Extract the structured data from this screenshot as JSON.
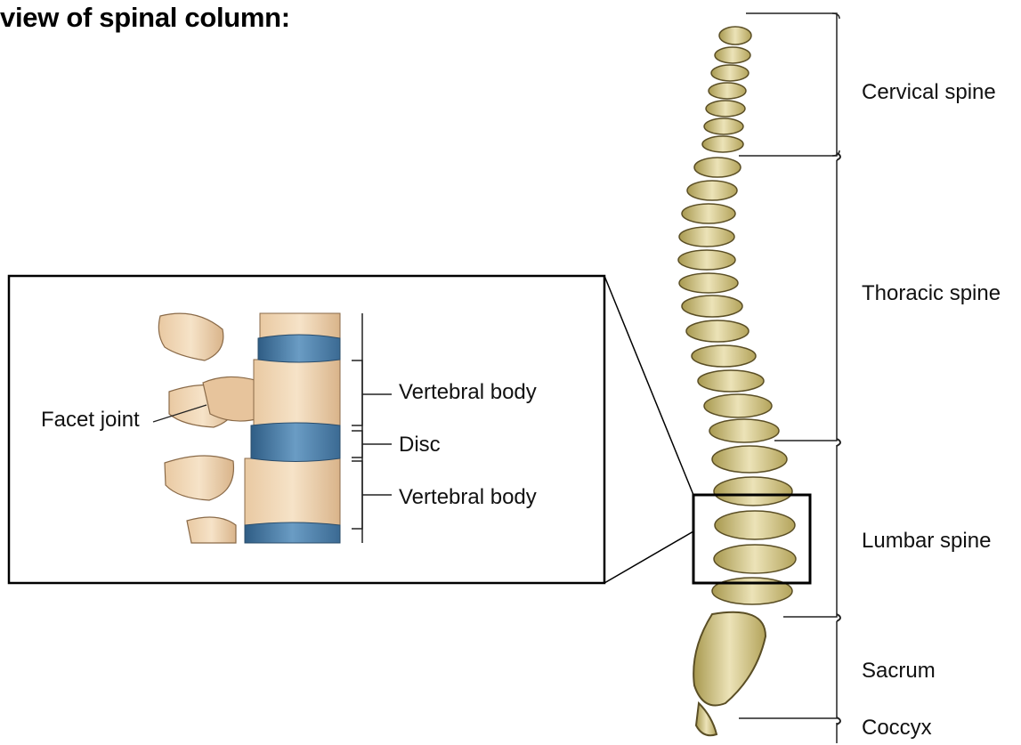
{
  "title": "view of spinal column:",
  "regions": {
    "cervical": "Cervical spine",
    "thoracic": "Thoracic spine",
    "lumbar": "Lumbar spine",
    "sacrum": "Sacrum",
    "coccyx": "Coccyx"
  },
  "inset": {
    "facet_joint": "Facet joint",
    "vertebral_body_upper": "Vertebral body",
    "disc": "Disc",
    "vertebral_body_lower": "Vertebral body"
  },
  "colors": {
    "bone": "#e8dcc0",
    "bone_shadow": "#8a7a4a",
    "spine_bone": "#d8cc9a",
    "disc": "#4f7fa6",
    "inset_bone": "#f0d8b8"
  }
}
